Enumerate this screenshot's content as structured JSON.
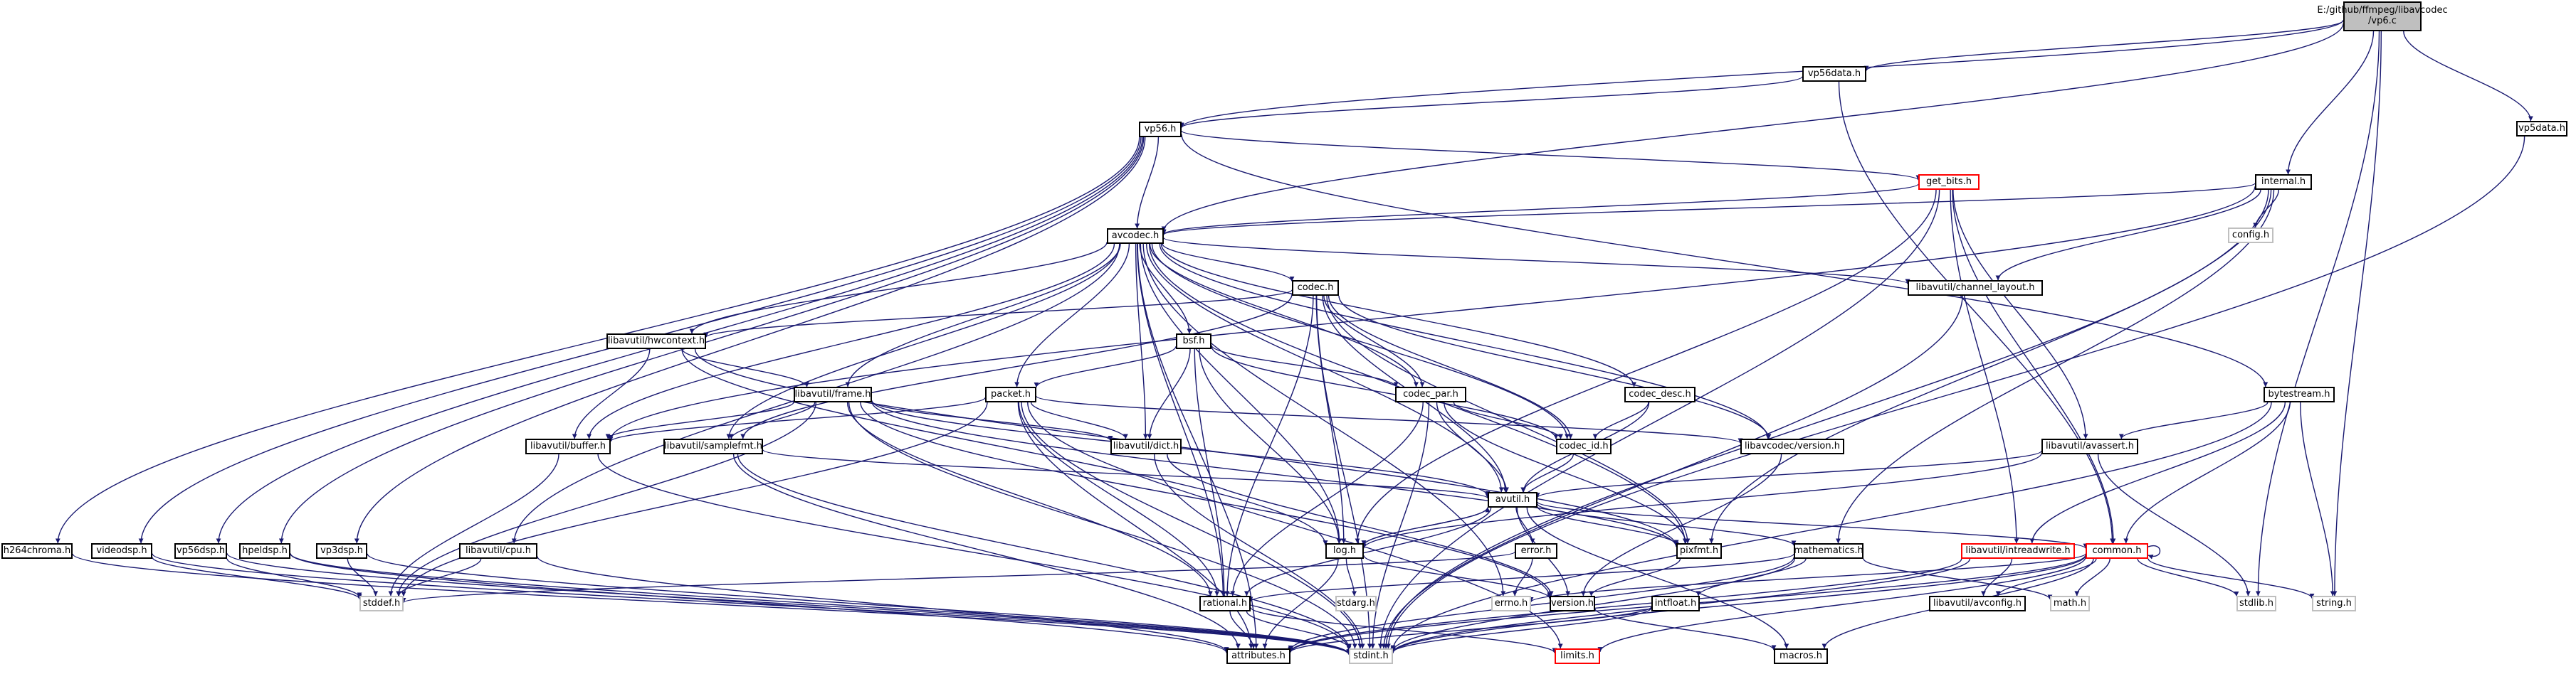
{
  "colors": {
    "edge": "#191970",
    "node_border": "#000000",
    "truncated_border": "#ff0000",
    "system_border": "#bfbfbf",
    "root_fill": "#bfbfbf"
  },
  "graph": {
    "nodes": [
      {
        "id": "root",
        "label": "E:/github/ffmpeg/libavcodec\n/vp6.c",
        "kind": "root"
      },
      {
        "id": "vp56data_h",
        "label": "vp56data.h",
        "kind": "normal"
      },
      {
        "id": "vp5data_h",
        "label": "vp5data.h",
        "kind": "normal"
      },
      {
        "id": "vp56_h",
        "label": "vp56.h",
        "kind": "normal"
      },
      {
        "id": "get_bits_h",
        "label": "get_bits.h",
        "kind": "truncated"
      },
      {
        "id": "internal_h",
        "label": "internal.h",
        "kind": "normal"
      },
      {
        "id": "config_h",
        "label": "config.h",
        "kind": "system"
      },
      {
        "id": "avcodec_h",
        "label": "avcodec.h",
        "kind": "normal"
      },
      {
        "id": "codec_h",
        "label": "codec.h",
        "kind": "normal"
      },
      {
        "id": "channel_layout_h",
        "label": "libavutil/channel_layout.h",
        "kind": "normal"
      },
      {
        "id": "hwcontext_h",
        "label": "libavutil/hwcontext.h",
        "kind": "normal"
      },
      {
        "id": "bsf_h",
        "label": "bsf.h",
        "kind": "normal"
      },
      {
        "id": "frame_h",
        "label": "libavutil/frame.h",
        "kind": "normal"
      },
      {
        "id": "packet_h",
        "label": "packet.h",
        "kind": "normal"
      },
      {
        "id": "codec_par_h",
        "label": "codec_par.h",
        "kind": "normal"
      },
      {
        "id": "codec_desc_h",
        "label": "codec_desc.h",
        "kind": "normal"
      },
      {
        "id": "bytestream_h",
        "label": "bytestream.h",
        "kind": "normal"
      },
      {
        "id": "buffer_h",
        "label": "libavutil/buffer.h",
        "kind": "normal"
      },
      {
        "id": "samplefmt_h",
        "label": "libavutil/samplefmt.h",
        "kind": "normal"
      },
      {
        "id": "dict_h",
        "label": "libavutil/dict.h",
        "kind": "normal"
      },
      {
        "id": "codec_id_h",
        "label": "codec_id.h",
        "kind": "normal"
      },
      {
        "id": "avcodec_version_h",
        "label": "libavcodec/version.h",
        "kind": "normal"
      },
      {
        "id": "avassert_h",
        "label": "libavutil/avassert.h",
        "kind": "normal"
      },
      {
        "id": "avutil_h",
        "label": "avutil.h",
        "kind": "normal"
      },
      {
        "id": "error_h",
        "label": "error.h",
        "kind": "normal"
      },
      {
        "id": "log_h",
        "label": "log.h",
        "kind": "normal"
      },
      {
        "id": "pixfmt_h",
        "label": "pixfmt.h",
        "kind": "normal"
      },
      {
        "id": "mathematics_h",
        "label": "mathematics.h",
        "kind": "normal"
      },
      {
        "id": "intreadwrite_h",
        "label": "libavutil/intreadwrite.h",
        "kind": "truncated"
      },
      {
        "id": "common_h",
        "label": "common.h",
        "kind": "truncated"
      },
      {
        "id": "h264chroma_h",
        "label": "h264chroma.h",
        "kind": "normal"
      },
      {
        "id": "videodsp_h",
        "label": "videodsp.h",
        "kind": "normal"
      },
      {
        "id": "vp56dsp_h",
        "label": "vp56dsp.h",
        "kind": "normal"
      },
      {
        "id": "hpeldsp_h",
        "label": "hpeldsp.h",
        "kind": "normal"
      },
      {
        "id": "vp3dsp_h",
        "label": "vp3dsp.h",
        "kind": "normal"
      },
      {
        "id": "cpu_h",
        "label": "libavutil/cpu.h",
        "kind": "normal"
      },
      {
        "id": "stddef_h",
        "label": "stddef.h",
        "kind": "system"
      },
      {
        "id": "stdarg_h",
        "label": "stdarg.h",
        "kind": "system"
      },
      {
        "id": "rational_h",
        "label": "rational.h",
        "kind": "normal"
      },
      {
        "id": "errno_h",
        "label": "errno.h",
        "kind": "system"
      },
      {
        "id": "version_h",
        "label": "version.h",
        "kind": "normal"
      },
      {
        "id": "avconfig_h",
        "label": "libavutil/avconfig.h",
        "kind": "normal"
      },
      {
        "id": "intfloat_h",
        "label": "intfloat.h",
        "kind": "normal"
      },
      {
        "id": "math_h",
        "label": "math.h",
        "kind": "system"
      },
      {
        "id": "stdlib_h",
        "label": "stdlib.h",
        "kind": "system"
      },
      {
        "id": "string_h",
        "label": "string.h",
        "kind": "system"
      },
      {
        "id": "attributes_h",
        "label": "attributes.h",
        "kind": "normal"
      },
      {
        "id": "stdint_h",
        "label": "stdint.h",
        "kind": "system"
      },
      {
        "id": "limits_h",
        "label": "limits.h",
        "kind": "truncated"
      },
      {
        "id": "macros_h",
        "label": "macros.h",
        "kind": "normal"
      }
    ],
    "edges": [
      [
        "root",
        "vp56data_h"
      ],
      [
        "root",
        "vp5data_h"
      ],
      [
        "root",
        "vp56_h"
      ],
      [
        "root",
        "internal_h"
      ],
      [
        "root",
        "avcodec_h"
      ],
      [
        "root",
        "stdlib_h"
      ],
      [
        "root",
        "string_h"
      ],
      [
        "vp56data_h",
        "vp56_h"
      ],
      [
        "vp56data_h",
        "common_h"
      ],
      [
        "vp5data_h",
        "stdint_h"
      ],
      [
        "vp56_h",
        "get_bits_h"
      ],
      [
        "vp56_h",
        "avcodec_h"
      ],
      [
        "vp56_h",
        "bytestream_h"
      ],
      [
        "vp56_h",
        "h264chroma_h"
      ],
      [
        "vp56_h",
        "videodsp_h"
      ],
      [
        "vp56_h",
        "vp56dsp_h"
      ],
      [
        "vp56_h",
        "hpeldsp_h"
      ],
      [
        "vp56_h",
        "vp3dsp_h"
      ],
      [
        "get_bits_h",
        "avcodec_h"
      ],
      [
        "get_bits_h",
        "avassert_h"
      ],
      [
        "get_bits_h",
        "intreadwrite_h"
      ],
      [
        "get_bits_h",
        "common_h"
      ],
      [
        "get_bits_h",
        "log_h"
      ],
      [
        "get_bits_h",
        "stdint_h"
      ],
      [
        "internal_h",
        "avcodec_h"
      ],
      [
        "internal_h",
        "config_h"
      ],
      [
        "internal_h",
        "channel_layout_h"
      ],
      [
        "internal_h",
        "buffer_h"
      ],
      [
        "internal_h",
        "pixfmt_h"
      ],
      [
        "internal_h",
        "mathematics_h"
      ],
      [
        "internal_h",
        "stdint_h"
      ],
      [
        "avcodec_h",
        "codec_h"
      ],
      [
        "avcodec_h",
        "channel_layout_h"
      ],
      [
        "avcodec_h",
        "hwcontext_h"
      ],
      [
        "avcodec_h",
        "bsf_h"
      ],
      [
        "avcodec_h",
        "frame_h"
      ],
      [
        "avcodec_h",
        "packet_h"
      ],
      [
        "avcodec_h",
        "codec_par_h"
      ],
      [
        "avcodec_h",
        "codec_desc_h"
      ],
      [
        "avcodec_h",
        "buffer_h"
      ],
      [
        "avcodec_h",
        "samplefmt_h"
      ],
      [
        "avcodec_h",
        "dict_h"
      ],
      [
        "avcodec_h",
        "codec_id_h"
      ],
      [
        "avcodec_h",
        "avcodec_version_h"
      ],
      [
        "avcodec_h",
        "avutil_h"
      ],
      [
        "avcodec_h",
        "log_h"
      ],
      [
        "avcodec_h",
        "pixfmt_h"
      ],
      [
        "avcodec_h",
        "rational_h"
      ],
      [
        "avcodec_h",
        "attributes_h"
      ],
      [
        "avcodec_h",
        "cpu_h"
      ],
      [
        "avcodec_h",
        "errno_h"
      ],
      [
        "codec_h",
        "hwcontext_h"
      ],
      [
        "codec_h",
        "samplefmt_h"
      ],
      [
        "codec_h",
        "codec_id_h"
      ],
      [
        "codec_h",
        "codec_par_h"
      ],
      [
        "codec_h",
        "avcodec_version_h"
      ],
      [
        "codec_h",
        "avutil_h"
      ],
      [
        "codec_h",
        "log_h"
      ],
      [
        "codec_h",
        "pixfmt_h"
      ],
      [
        "codec_h",
        "rational_h"
      ],
      [
        "codec_h",
        "stdint_h"
      ],
      [
        "channel_layout_h",
        "stdint_h"
      ],
      [
        "hwcontext_h",
        "buffer_h"
      ],
      [
        "hwcontext_h",
        "frame_h"
      ],
      [
        "hwcontext_h",
        "log_h"
      ],
      [
        "hwcontext_h",
        "pixfmt_h"
      ],
      [
        "bsf_h",
        "packet_h"
      ],
      [
        "bsf_h",
        "codec_par_h"
      ],
      [
        "bsf_h",
        "dict_h"
      ],
      [
        "bsf_h",
        "codec_id_h"
      ],
      [
        "bsf_h",
        "log_h"
      ],
      [
        "bsf_h",
        "rational_h"
      ],
      [
        "frame_h",
        "buffer_h"
      ],
      [
        "frame_h",
        "samplefmt_h"
      ],
      [
        "frame_h",
        "dict_h"
      ],
      [
        "frame_h",
        "avutil_h"
      ],
      [
        "frame_h",
        "pixfmt_h"
      ],
      [
        "frame_h",
        "rational_h"
      ],
      [
        "frame_h",
        "stddef_h"
      ],
      [
        "frame_h",
        "stdint_h"
      ],
      [
        "frame_h",
        "version_h"
      ],
      [
        "packet_h",
        "buffer_h"
      ],
      [
        "packet_h",
        "dict_h"
      ],
      [
        "packet_h",
        "avcodec_version_h"
      ],
      [
        "packet_h",
        "attributes_h"
      ],
      [
        "packet_h",
        "rational_h"
      ],
      [
        "packet_h",
        "stddef_h"
      ],
      [
        "packet_h",
        "stdint_h"
      ],
      [
        "packet_h",
        "limits_h"
      ],
      [
        "codec_par_h",
        "codec_id_h"
      ],
      [
        "codec_par_h",
        "avutil_h"
      ],
      [
        "codec_par_h",
        "pixfmt_h"
      ],
      [
        "codec_par_h",
        "rational_h"
      ],
      [
        "codec_par_h",
        "stdint_h"
      ],
      [
        "codec_desc_h",
        "codec_id_h"
      ],
      [
        "codec_desc_h",
        "avutil_h"
      ],
      [
        "bytestream_h",
        "avassert_h"
      ],
      [
        "bytestream_h",
        "common_h"
      ],
      [
        "bytestream_h",
        "intreadwrite_h"
      ],
      [
        "bytestream_h",
        "string_h"
      ],
      [
        "bytestream_h",
        "stdint_h"
      ],
      [
        "buffer_h",
        "stddef_h"
      ],
      [
        "buffer_h",
        "stdint_h"
      ],
      [
        "samplefmt_h",
        "avutil_h"
      ],
      [
        "samplefmt_h",
        "attributes_h"
      ],
      [
        "samplefmt_h",
        "stdint_h"
      ],
      [
        "dict_h",
        "version_h"
      ],
      [
        "dict_h",
        "stdint_h"
      ],
      [
        "codec_id_h",
        "avutil_h"
      ],
      [
        "avcodec_version_h",
        "version_h"
      ],
      [
        "avassert_h",
        "avutil_h"
      ],
      [
        "avassert_h",
        "log_h"
      ],
      [
        "avassert_h",
        "stdlib_h"
      ],
      [
        "avutil_h",
        "common_h"
      ],
      [
        "avutil_h",
        "error_h"
      ],
      [
        "avutil_h",
        "log_h"
      ],
      [
        "avutil_h",
        "pixfmt_h"
      ],
      [
        "avutil_h",
        "mathematics_h"
      ],
      [
        "avutil_h",
        "rational_h"
      ],
      [
        "avutil_h",
        "version_h"
      ],
      [
        "avutil_h",
        "macros_h"
      ],
      [
        "error_h",
        "errno_h"
      ],
      [
        "error_h",
        "stddef_h"
      ],
      [
        "log_h",
        "avutil_h"
      ],
      [
        "log_h",
        "attributes_h"
      ],
      [
        "log_h",
        "version_h"
      ],
      [
        "log_h",
        "stdarg_h"
      ],
      [
        "pixfmt_h",
        "version_h"
      ],
      [
        "mathematics_h",
        "rational_h"
      ],
      [
        "mathematics_h",
        "intfloat_h"
      ],
      [
        "mathematics_h",
        "attributes_h"
      ],
      [
        "mathematics_h",
        "math_h"
      ],
      [
        "mathematics_h",
        "stdint_h"
      ],
      [
        "intreadwrite_h",
        "avconfig_h"
      ],
      [
        "intreadwrite_h",
        "attributes_h"
      ],
      [
        "intreadwrite_h",
        "stdint_h"
      ],
      [
        "common_h",
        "attributes_h"
      ],
      [
        "common_h",
        "avconfig_h"
      ],
      [
        "common_h",
        "math_h"
      ],
      [
        "common_h",
        "stdlib_h"
      ],
      [
        "common_h",
        "string_h"
      ],
      [
        "common_h",
        "stdint_h"
      ],
      [
        "common_h",
        "limits_h"
      ],
      [
        "common_h",
        "macros_h"
      ],
      [
        "common_h",
        "errno_h"
      ],
      [
        "common_h",
        "common_h"
      ],
      [
        "h264chroma_h",
        "stdint_h"
      ],
      [
        "videodsp_h",
        "stddef_h"
      ],
      [
        "videodsp_h",
        "stdint_h"
      ],
      [
        "vp56dsp_h",
        "stddef_h"
      ],
      [
        "vp56dsp_h",
        "stdint_h"
      ],
      [
        "hpeldsp_h",
        "attributes_h"
      ],
      [
        "hpeldsp_h",
        "stdint_h"
      ],
      [
        "vp3dsp_h",
        "stddef_h"
      ],
      [
        "vp3dsp_h",
        "stdint_h"
      ],
      [
        "cpu_h",
        "attributes_h"
      ],
      [
        "cpu_h",
        "stddef_h"
      ],
      [
        "rational_h",
        "attributes_h"
      ],
      [
        "rational_h",
        "stdint_h"
      ],
      [
        "rational_h",
        "limits_h"
      ],
      [
        "intfloat_h",
        "attributes_h"
      ],
      [
        "intfloat_h",
        "stdint_h"
      ],
      [
        "version_h",
        "macros_h"
      ]
    ]
  }
}
